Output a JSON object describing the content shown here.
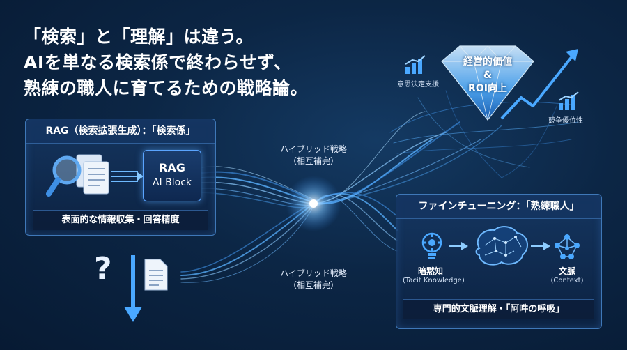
{
  "headline": {
    "line1": "「検索」と「理解」は違う。",
    "line2": "AIを単なる検索係で終わらせず、",
    "line3": "熟練の職人に育てるための戦略論。"
  },
  "rag_panel": {
    "title": "RAG（検索拡張生成）：「検索係」",
    "block_line1": "RAG",
    "block_line2": "AI Block",
    "footer": "表面的な情報収集・回答精度"
  },
  "hybrid": {
    "top_line1": "ハイブリッド戦略",
    "top_line2": "（相互補完）",
    "bottom_line1": "ハイブリッド戦略",
    "bottom_line2": "（相互補完）"
  },
  "diamond": {
    "line1": "経営的価値",
    "line2": "&",
    "line3": "ROI向上",
    "decision_label": "意思決定支援",
    "competition_label": "競争優位性"
  },
  "ft_panel": {
    "title": "ファインチューニング：「熟練職人」",
    "tacit_label": "暗黙知",
    "tacit_sub": "(Tacit Knowledge)",
    "context_label": "文脈",
    "context_sub": "(Context)",
    "footer": "専門的文脈理解・「阿吽の呼吸」"
  },
  "icons": {
    "question": "?"
  },
  "colors": {
    "accent": "#4aa8ff",
    "glow": "#9fd4ff",
    "panel_border": "#3f78b8"
  }
}
